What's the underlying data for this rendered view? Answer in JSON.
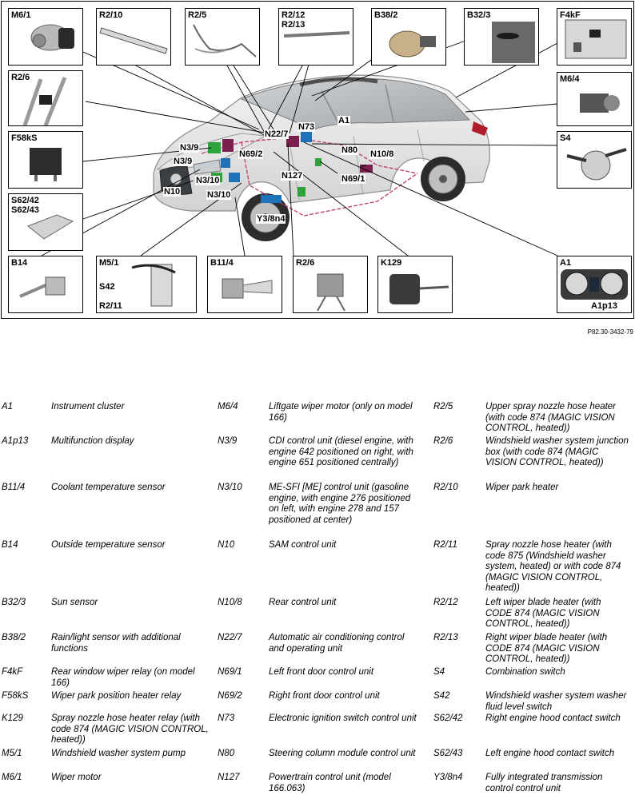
{
  "figure_ref": "P82.30-3432-79",
  "boxes": {
    "m6_1": "M6/1",
    "r2_10": "R2/10",
    "r2_5": "R2/5",
    "r2_12_13_a": "R2/12",
    "r2_12_13_b": "R2/13",
    "b38_2": "B38/2",
    "b32_3": "B32/3",
    "f4kf": "F4kF",
    "r2_6_top": "R2/6",
    "m6_4": "M6/4",
    "f58ks": "F58kS",
    "s4": "S4",
    "s62_a": "S62/42",
    "s62_b": "S62/43",
    "b14": "B14",
    "m5_1": "M5/1",
    "s42": "S42",
    "r2_11": "R2/11",
    "b11_4": "B11/4",
    "r2_6_bottom": "R2/6",
    "k129": "K129",
    "a1": "A1",
    "a1p13": "A1p13"
  },
  "car_labels": {
    "n22_7": "N22/7",
    "n73": "N73",
    "a1": "A1",
    "n3_9_a": "N3/9",
    "n3_9_b": "N3/9",
    "n69_2": "N69/2",
    "n80": "N80",
    "n10_8": "N10/8",
    "n3_10_a": "N3/10",
    "n3_10_b": "N3/10",
    "n10": "N10",
    "n127": "N127",
    "n69_1": "N69/1",
    "y3_8n4": "Y3/8n4"
  },
  "legend": {
    "col1": [
      {
        "code": "A1",
        "desc": "Instrument cluster"
      },
      {
        "code": "A1p13",
        "desc": "Multifunction display"
      },
      {
        "code": "B11/4",
        "desc": "Coolant temperature sensor"
      },
      {
        "code": "B14",
        "desc": "Outside temperature sensor"
      },
      {
        "code": "B32/3",
        "desc": "Sun sensor"
      },
      {
        "code": "B38/2",
        "desc": "Rain/light sensor with additional functions"
      },
      {
        "code": "F4kF",
        "desc": "Rear window wiper relay (on model 166)"
      },
      {
        "code": "F58kS",
        "desc": "Wiper park position heater relay"
      },
      {
        "code": "K129",
        "desc": "Spray nozzle hose heater relay (with code 874 (MAGIC VISION CONTROL, heated))"
      },
      {
        "code": "M5/1",
        "desc": "Windshield washer system pump"
      },
      {
        "code": "M6/1",
        "desc": "Wiper motor"
      }
    ],
    "col2": [
      {
        "code": "M6/4",
        "desc": "Liftgate wiper motor (only on model 166)"
      },
      {
        "code": "N3/9",
        "desc": "CDI control unit (diesel engine, with engine 642 positioned on right, with engine 651 positioned centrally)"
      },
      {
        "code": "N3/10",
        "desc": "ME-SFI [ME] control unit (gasoline engine, with engine 276 positioned on left, with engine 278 and 157 positioned at center)"
      },
      {
        "code": "N10",
        "desc": "SAM control unit"
      },
      {
        "code": "N10/8",
        "desc": "Rear control unit"
      },
      {
        "code": "N22/7",
        "desc": "Automatic air conditioning control and operating unit"
      },
      {
        "code": "N69/1",
        "desc": "Left front door control unit"
      },
      {
        "code": "N69/2",
        "desc": "Right front door control unit"
      },
      {
        "code": "N73",
        "desc": "Electronic ignition switch control unit"
      },
      {
        "code": "N80",
        "desc": "Steering column module control unit"
      },
      {
        "code": "N127",
        "desc": "Powertrain control unit (model 166.063)"
      }
    ],
    "col3": [
      {
        "code": "R2/5",
        "desc": "Upper spray nozzle hose heater (with code 874 (MAGIC VISION CONTROL, heated))"
      },
      {
        "code": "R2/6",
        "desc": "Windshield washer system junction box (with code 874 (MAGIC VISION CONTROL, heated))"
      },
      {
        "code": "R2/10",
        "desc": "Wiper park heater"
      },
      {
        "code": "R2/11",
        "desc": "Spray nozzle hose heater (with code 875 (Windshield washer system, heated) or with code 874 (MAGIC VISION CONTROL, heated))"
      },
      {
        "code": "R2/12",
        "desc": "Left wiper blade heater (with CODE 874 (MAGIC VISION CONTROL, heated))"
      },
      {
        "code": "R2/13",
        "desc": "Right wiper blade heater (with CODE 874 (MAGIC VISION CONTROL, heated))"
      },
      {
        "code": "S4",
        "desc": "Combination switch"
      },
      {
        "code": "S42",
        "desc": "Windshield washer system washer fluid level switch"
      },
      {
        "code": "S62/42",
        "desc": "Right engine hood contact switch"
      },
      {
        "code": "S62/43",
        "desc": "Left engine hood contact switch"
      },
      {
        "code": "Y3/8n4",
        "desc": "Fully integrated transmission control control unit"
      }
    ]
  }
}
